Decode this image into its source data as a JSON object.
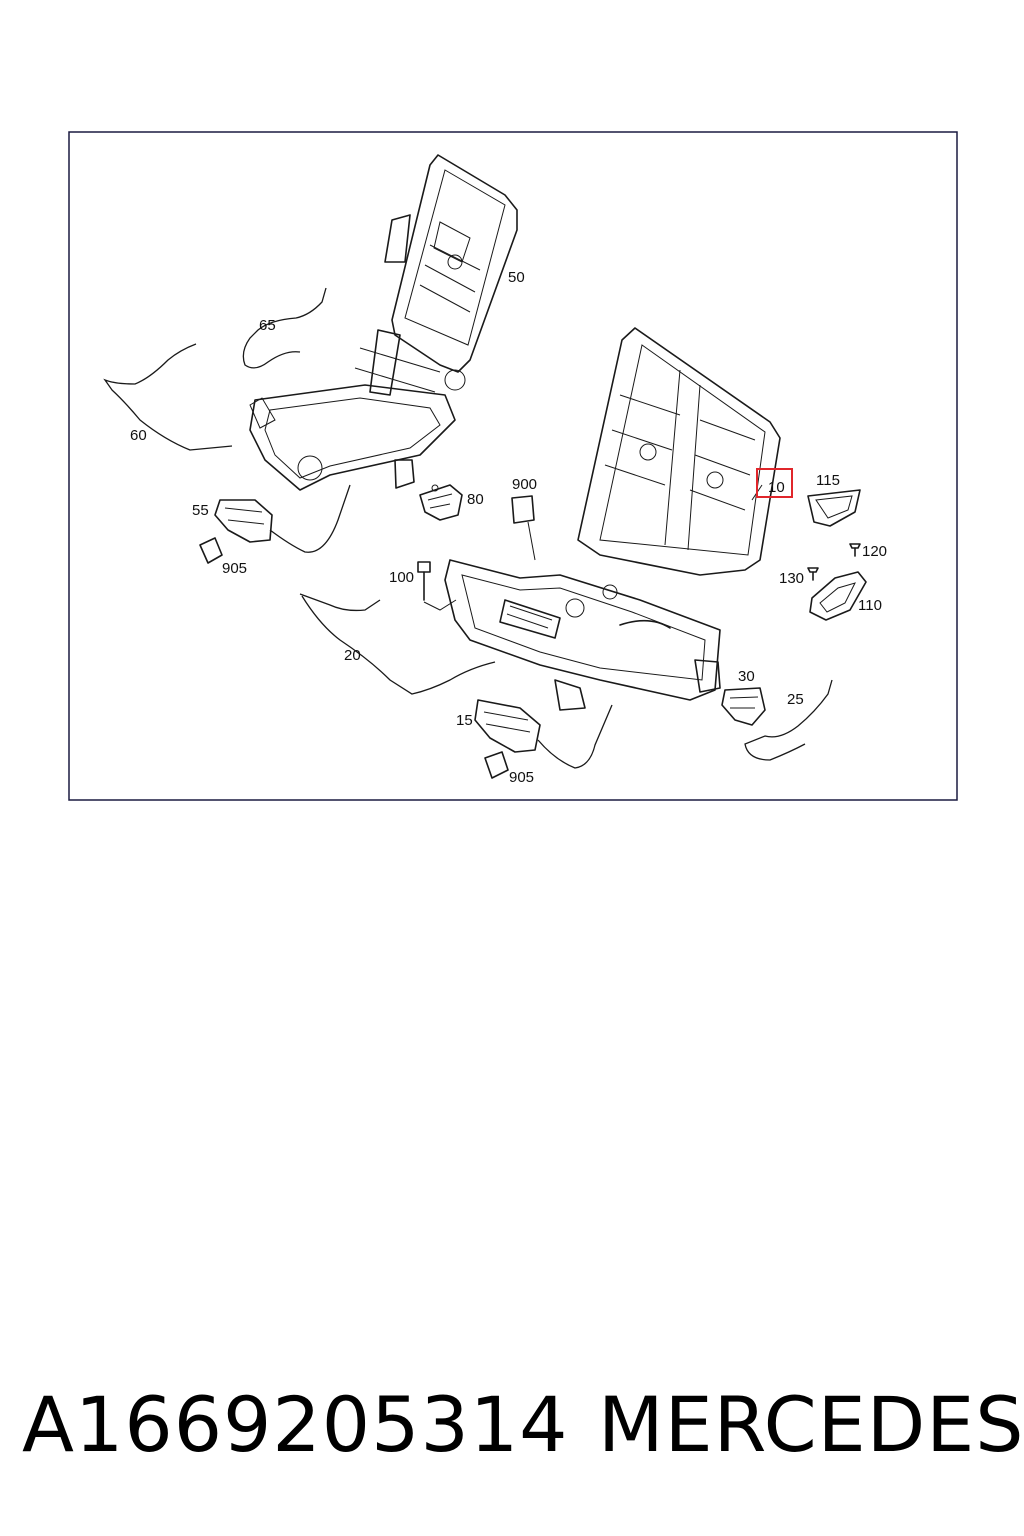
{
  "diagram": {
    "callouts": {
      "c10": "10",
      "c15": "15",
      "c20": "20",
      "c25": "25",
      "c30": "30",
      "c50": "50",
      "c55": "55",
      "c60": "60",
      "c65": "65",
      "c80": "80",
      "c100": "100",
      "c110": "110",
      "c115": "115",
      "c120": "120",
      "c130": "130",
      "c900": "900",
      "c905a": "905",
      "c905b": "905"
    },
    "highlighted_callout": "10",
    "highlight_color": "#e0262b"
  },
  "caption": {
    "part_number": "A1669205314",
    "brand": "MERCEDES"
  }
}
